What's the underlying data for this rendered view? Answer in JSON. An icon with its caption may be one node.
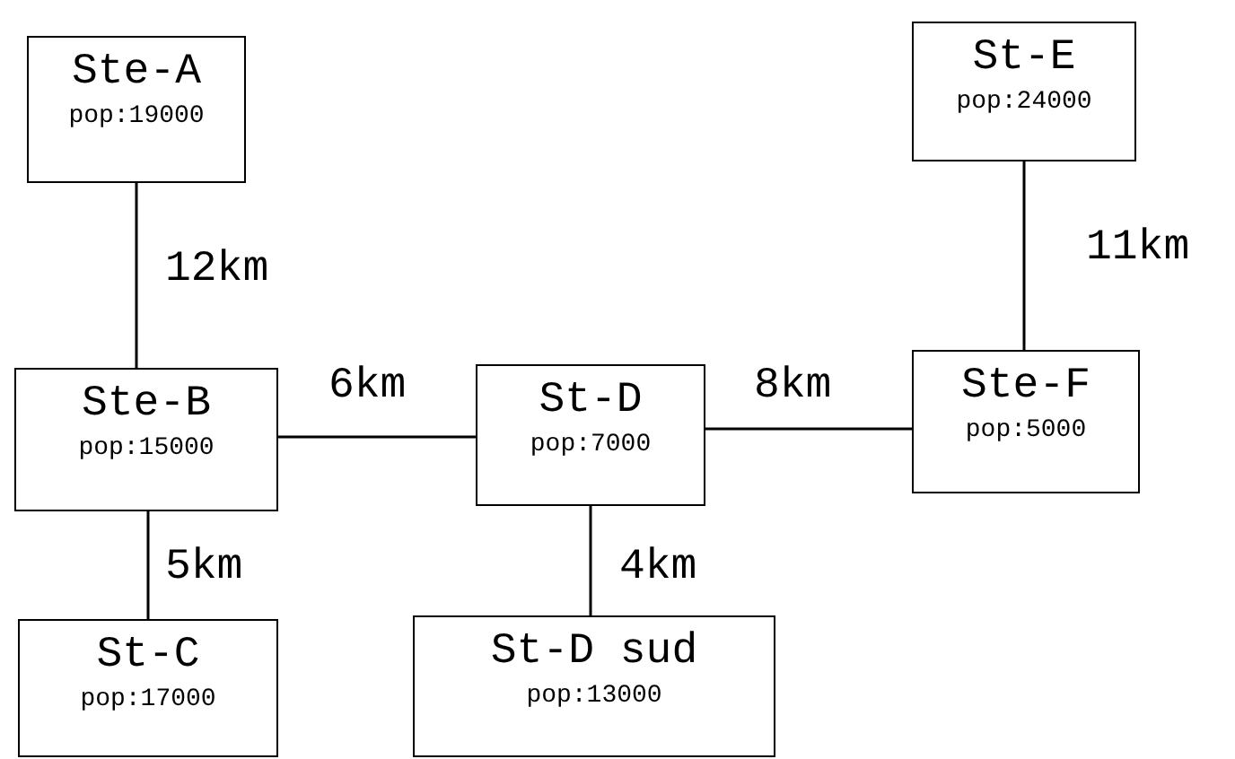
{
  "diagram": {
    "nodes": [
      {
        "text": [
          "Ste-A",
          "pop:19000"
        ]
      },
      {
        "text": [
          "St-E",
          "pop:24000"
        ]
      },
      {
        "text": [
          "Ste-B",
          "pop:15000"
        ]
      },
      {
        "text": [
          "St-D",
          "pop:7000"
        ]
      },
      {
        "text": [
          "Ste-F",
          "pop:5000"
        ]
      },
      {
        "text": [
          "St-C",
          "pop:17000"
        ]
      },
      {
        "text": [
          "St-D sud",
          "pop:13000"
        ]
      }
    ],
    "edges": [
      {
        "from": 0,
        "to": 2,
        "arrow": "none",
        "label": "12km"
      },
      {
        "from": 1,
        "to": 4,
        "arrow": "none",
        "label": "11km"
      },
      {
        "from": 2,
        "to": 3,
        "arrow": "none",
        "label": "6km"
      },
      {
        "from": 3,
        "to": 4,
        "arrow": "none",
        "label": "8km"
      },
      {
        "from": 2,
        "to": 5,
        "arrow": "none",
        "label": "5km"
      },
      {
        "from": 3,
        "to": 6,
        "arrow": "none",
        "label": "4km"
      }
    ]
  }
}
